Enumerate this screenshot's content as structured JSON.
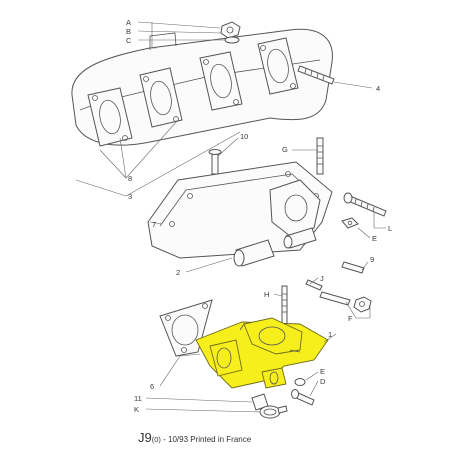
{
  "callouts": {
    "A": "A",
    "B": "B",
    "C": "C",
    "n4": "4",
    "n8": "8",
    "n3": "3",
    "n10": "10",
    "G": "G",
    "n7": "7",
    "L": "L",
    "E1": "E",
    "n9": "9",
    "n2": "2",
    "J": "J",
    "H": "H",
    "F": "F",
    "n1": "1",
    "n6": "6",
    "E2": "E",
    "D": "D",
    "n11": "11",
    "K": "K"
  },
  "footer": {
    "code": "J9",
    "code_sub": "(0)",
    "rest": " - 10/93 Printed in France"
  },
  "colors": {
    "highlight": "#f7ef1c",
    "line": "#555555"
  }
}
